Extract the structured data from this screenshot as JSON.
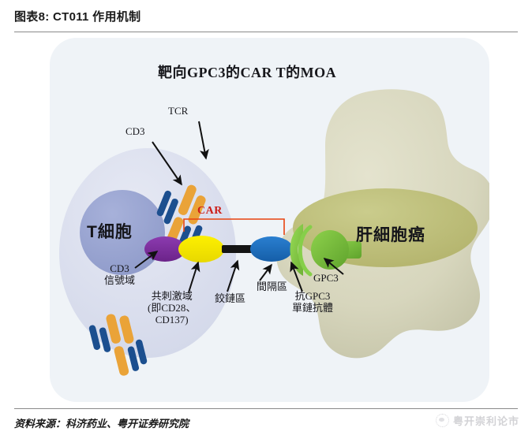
{
  "title": "图表8: CT011 作用机制",
  "diagram": {
    "heading": "靶向GPC3的CAR T的MOA",
    "cells": {
      "t_cell": "T細胞",
      "tumor_cell": "肝細胞癌"
    },
    "labels": {
      "tcr": "TCR",
      "cd3": "CD3",
      "car": "CAR",
      "cd3_signal_line1": "CD3",
      "cd3_signal_line2": "信號域",
      "costim_line1": "共刺激域",
      "costim_line2": "(即CD28、",
      "costim_line3": "CD137)",
      "hinge": "鉸鏈區",
      "spacer": "間隔區",
      "scfv_line1": "抗GPC3",
      "scfv_line2": "單鏈抗體",
      "gpc3": "GPC3"
    },
    "colors": {
      "panel_bg": "#eff3f7",
      "t_cell_body": "#dde1ef",
      "t_cell_nucleus": "#97a3d2",
      "tumor_body": "#d9d8c0",
      "tumor_nucleus": "#bcbc78",
      "cd3_signal_domain": "#7d2f9e",
      "costim_domain": "#f2e400",
      "hinge_bar": "#1b1b1b",
      "spacer_domain": "#1b6fc0",
      "scfv": "#86cf4a",
      "gpc3_antigen": "#74c044",
      "receptor_blue": "#1c4f8f",
      "receptor_orange": "#eaa338",
      "car_bracket": "#e8430f",
      "label_text": "#17171c"
    }
  },
  "footer": {
    "source": "资料来源：科济药业、粤开证券研究院",
    "watermark": "粤开崇利论市"
  }
}
